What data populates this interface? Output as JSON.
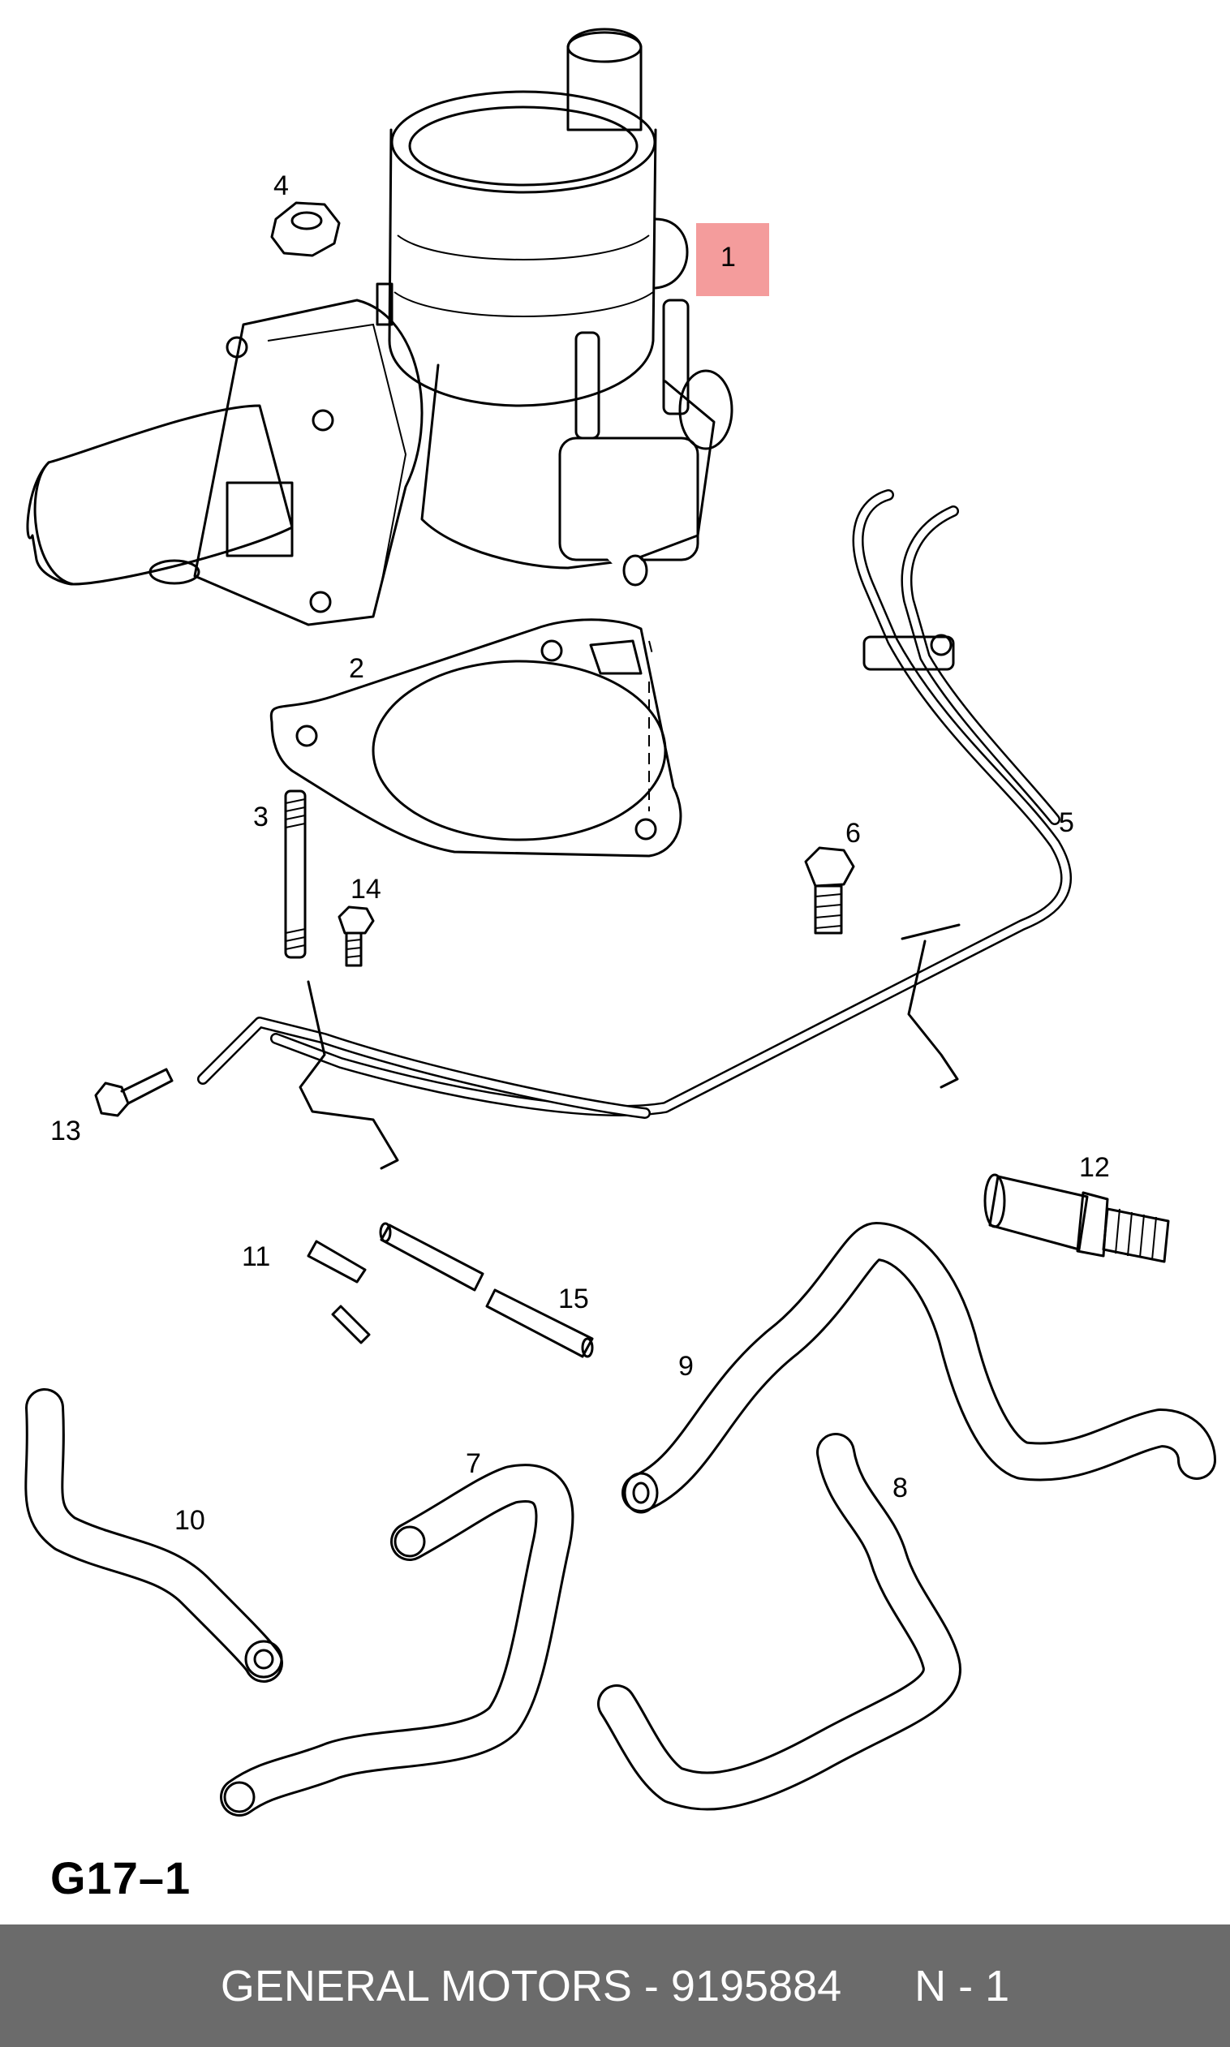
{
  "diagram": {
    "code": "G17–1",
    "highlight_color": "#f28b8b",
    "callouts": [
      "1",
      "2",
      "3",
      "4",
      "5",
      "6",
      "7",
      "8",
      "9",
      "10",
      "11",
      "12",
      "13",
      "14",
      "15"
    ],
    "parts": [
      {
        "callout": "1",
        "icon": "throttle-body-icon",
        "highlighted": true
      },
      {
        "callout": "2",
        "icon": "gasket-icon"
      },
      {
        "callout": "3",
        "icon": "stud-icon"
      },
      {
        "callout": "4",
        "icon": "nut-icon"
      },
      {
        "callout": "5",
        "icon": "coolant-pipe-icon"
      },
      {
        "callout": "6",
        "icon": "bolt-icon"
      },
      {
        "callout": "7",
        "icon": "hose-icon"
      },
      {
        "callout": "8",
        "icon": "hose-icon"
      },
      {
        "callout": "9",
        "icon": "hose-icon"
      },
      {
        "callout": "10",
        "icon": "hose-icon"
      },
      {
        "callout": "11",
        "icon": "hose-clamp-icon"
      },
      {
        "callout": "12",
        "icon": "connector-icon"
      },
      {
        "callout": "13",
        "icon": "bolt-icon"
      },
      {
        "callout": "14",
        "icon": "bolt-icon"
      },
      {
        "callout": "15",
        "icon": "hose-cut-icon"
      }
    ]
  },
  "footer": {
    "text": "GENERAL MOTORS - 9195884      N - 1",
    "background": "#6b6b6b"
  }
}
